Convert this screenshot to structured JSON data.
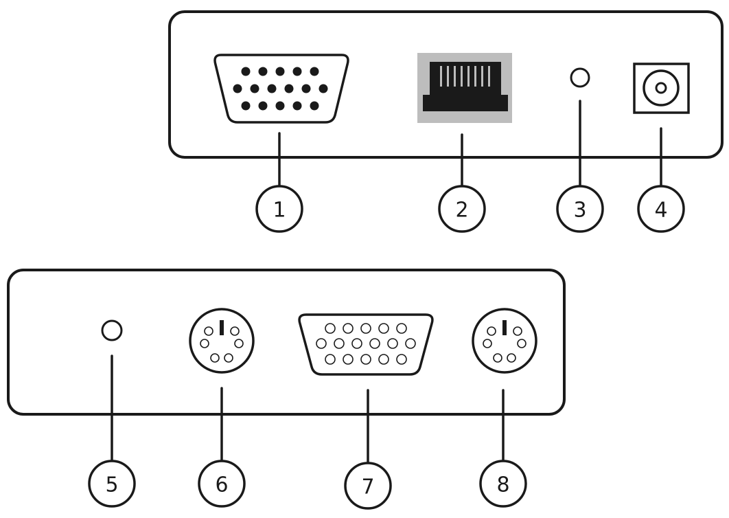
{
  "colors": {
    "stroke": "#1a1a1a",
    "rj45_fill": "#bdbdbd",
    "background": "#ffffff"
  },
  "panels": [
    {
      "id": "top-panel",
      "components": [
        {
          "number": "1",
          "type": "vga-connector-icon"
        },
        {
          "number": "2",
          "type": "rj45-port-icon"
        },
        {
          "number": "3",
          "type": "led-indicator-icon"
        },
        {
          "number": "4",
          "type": "dc-power-jack-icon"
        }
      ]
    },
    {
      "id": "bottom-panel",
      "components": [
        {
          "number": "5",
          "type": "led-indicator-icon"
        },
        {
          "number": "6",
          "type": "ps2-port-icon"
        },
        {
          "number": "7",
          "type": "vga-port-icon"
        },
        {
          "number": "8",
          "type": "ps2-port-icon"
        }
      ]
    }
  ]
}
